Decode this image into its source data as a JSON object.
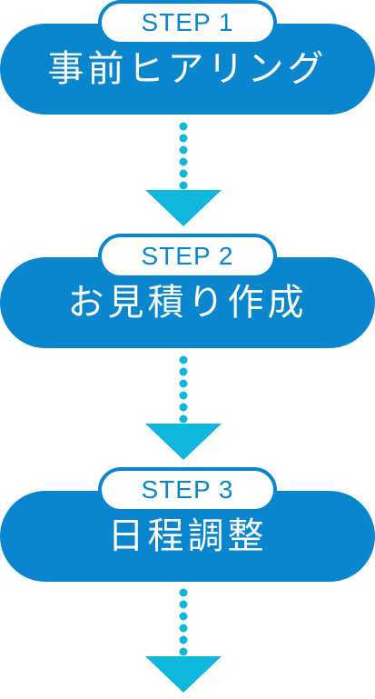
{
  "colors": {
    "pill": "#0a86cf",
    "arrow": "#10b7dc",
    "tag_bg": "#ffffff",
    "text_on_pill": "#ffffff"
  },
  "steps": [
    {
      "tag": "STEP 1",
      "title": "事前ヒアリング"
    },
    {
      "tag": "STEP 2",
      "title": "お見積り作成"
    },
    {
      "tag": "STEP 3",
      "title": "日程調整"
    }
  ],
  "connector_icon": "dotted-down-arrow-icon"
}
